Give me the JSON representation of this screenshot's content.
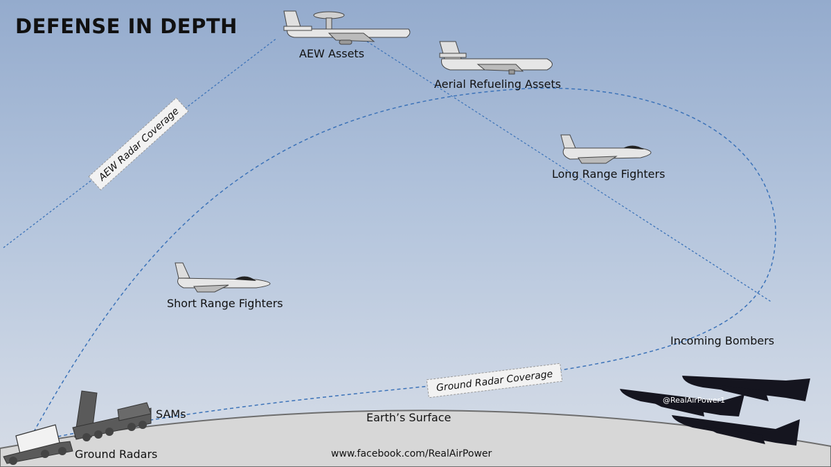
{
  "title": "DEFENSE IN DEPTH",
  "labels": {
    "aew_assets": "AEW Assets",
    "refueling": "Aerial Refueling Assets",
    "long_range": "Long Range Fighters",
    "short_range": "Short Range Fighters",
    "incoming": "Incoming Bombers",
    "sams": "SAMs",
    "ground_radars": "Ground Radars",
    "earth": "Earth’s Surface",
    "aew_coverage": "AEW Radar Coverage",
    "ground_coverage": "Ground Radar Coverage"
  },
  "watermark": "@RealAirPower1",
  "url": "www.facebook.com/RealAirPower",
  "colors": {
    "sky_top": "#94abcd",
    "sky_bottom": "#d6dce6",
    "coverage_line": "#3b72b8",
    "aircraft_fill": "#e8e8e8",
    "bomber_fill": "#15151f",
    "vehicle_fill": "#5a5a5a",
    "earth_fill": "#d5d5d5"
  },
  "icons": [
    "awacs-icon",
    "tanker-icon",
    "long-range-fighter-icon",
    "short-range-fighter-icon",
    "bomber-icon",
    "sam-launcher-icon",
    "radar-truck-icon"
  ]
}
